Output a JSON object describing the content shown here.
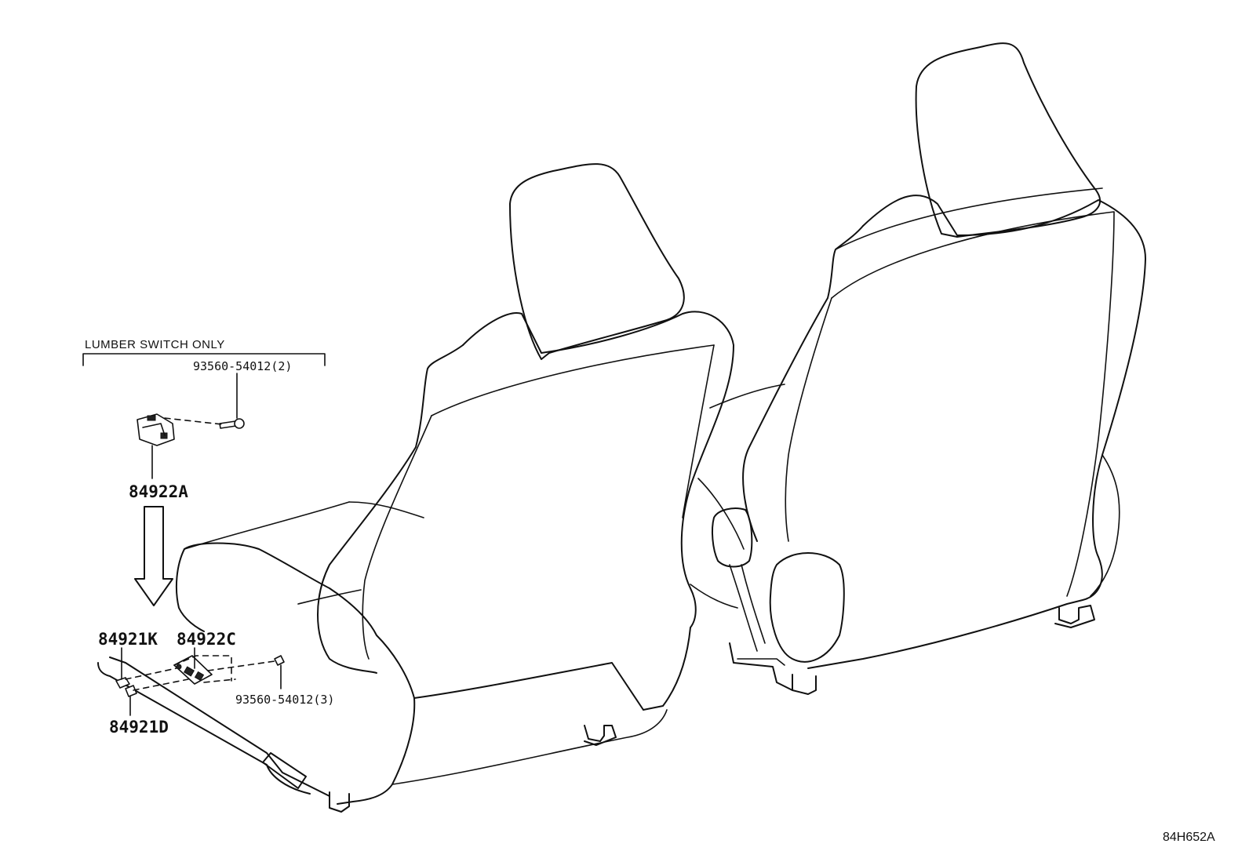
{
  "note": {
    "lumber_switch_only": "LUMBER SWITCH ONLY"
  },
  "parts": {
    "screw_lumber": "93560-54012(2)",
    "lumber_switch": "84922A",
    "seat_switch_knob_k": "84921K",
    "seat_switch_c": "84922C",
    "screw_seat_switch": "93560-54012(3)",
    "seat_switch_knob_d": "84921D"
  },
  "diagram_ref": "84H652A"
}
